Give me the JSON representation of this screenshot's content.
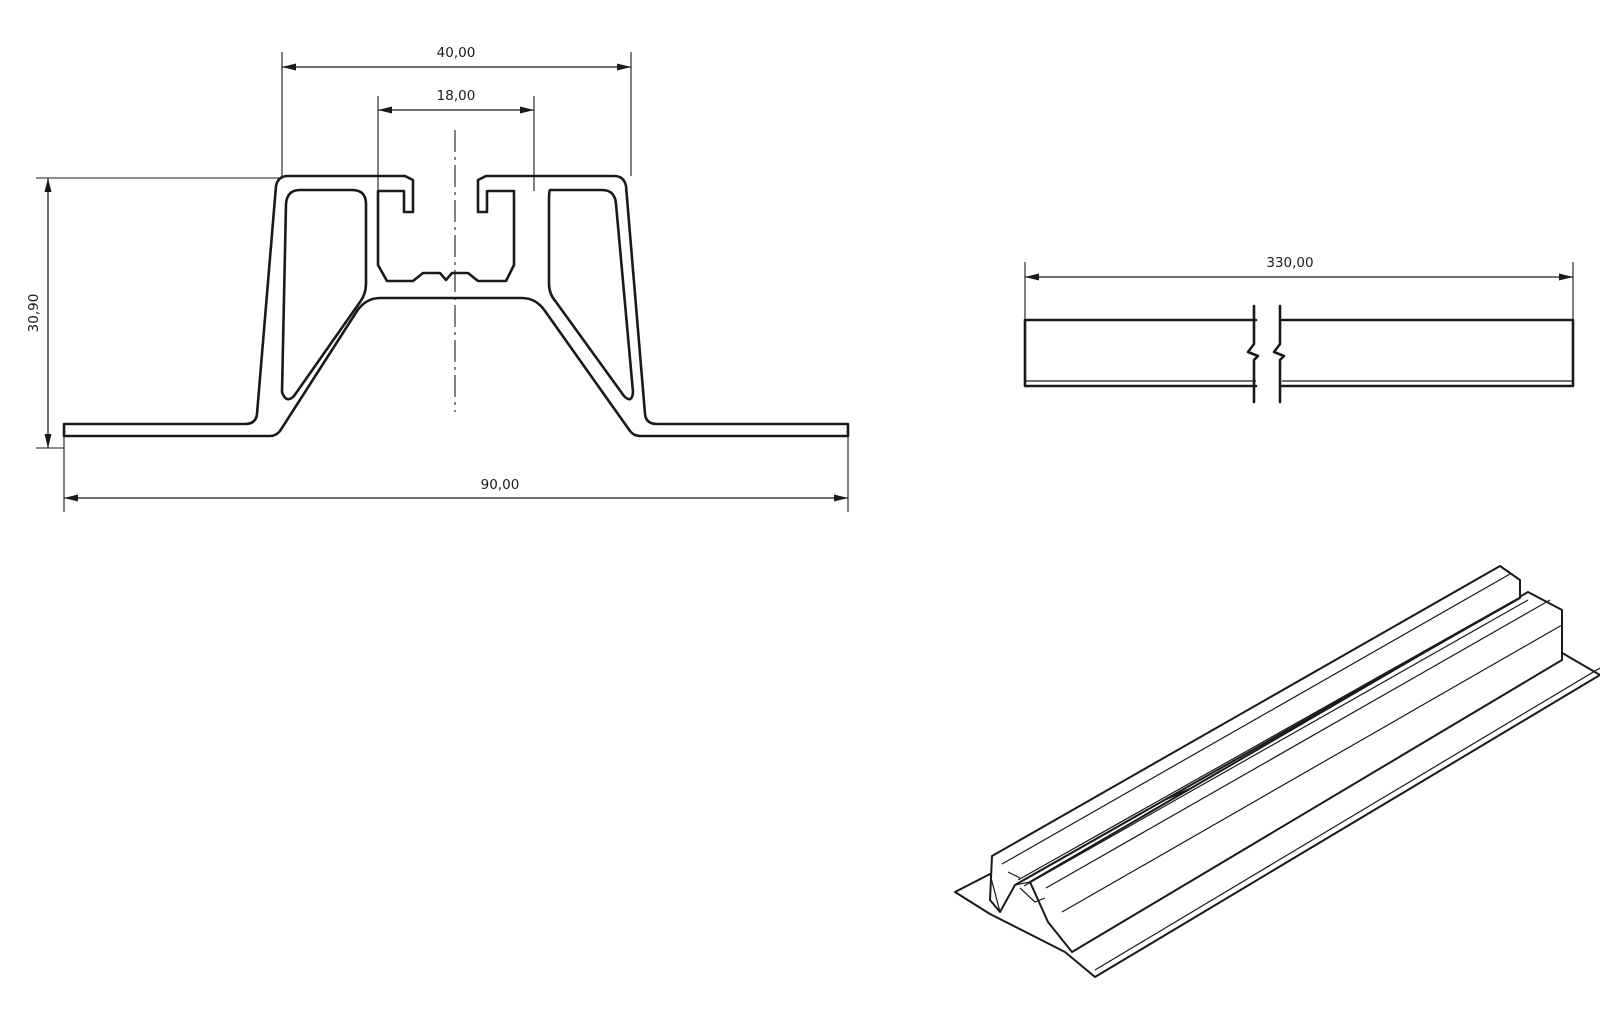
{
  "dimensions": {
    "top_width": "40,00",
    "slot_width": "18,00",
    "height": "30,90",
    "base_width": "90,00",
    "length": "330,00"
  },
  "views": [
    "cross-section",
    "side-view",
    "isometric-view"
  ],
  "colors": {
    "line": "#1a1a1a",
    "background": "#ffffff"
  }
}
